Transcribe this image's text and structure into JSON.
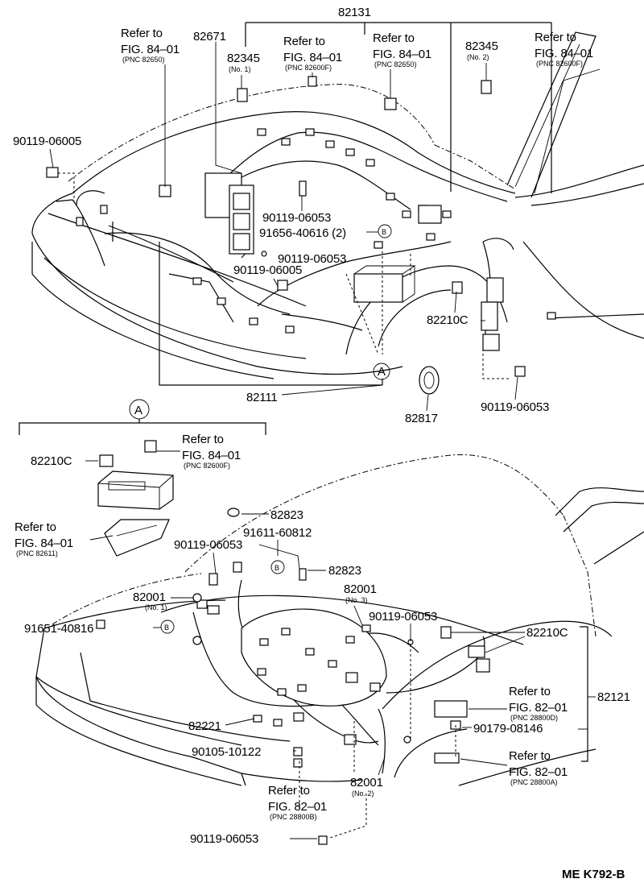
{
  "labels": {
    "p82131": "82131",
    "p82671": "82671",
    "p82345a": "82345",
    "p82345a_sub": "(No. 1)",
    "p82345b": "82345",
    "p82345b_sub": "(No. 2)",
    "ref1_a": "Refer to",
    "ref1_b": "FIG. 84–01",
    "ref1_c": "(PNC 82650)",
    "ref2_a": "Refer to",
    "ref2_b": "FIG. 84–01",
    "ref2_c": "(PNC 82600F)",
    "ref3_a": "Refer to",
    "ref3_b": "FIG. 84–01",
    "ref3_c": "(PNC 82650)",
    "ref4_a": "Refer to",
    "ref4_b": "FIG. 84–01",
    "ref4_c": "(PNC 82600F)",
    "p90119_06005_a": "90119-06005",
    "p90119_06053_a": "90119-06053",
    "p91656_40616": "91656-40616 (2)",
    "p90119_06053_b": "90119-06053",
    "p90119_06005_b": "90119-06005",
    "p82210c_a": "82210C",
    "p82111": "82111",
    "p82817": "82817",
    "p90119_06053_c": "90119-06053",
    "marker_a": "A",
    "marker_b": "B",
    "p82210c_b": "82210C",
    "ref5_a": "Refer to",
    "ref5_b": "FIG. 84–01",
    "ref5_c": "(PNC 82600F)",
    "ref6_a": "Refer to",
    "ref6_b": "FIG. 84–01",
    "ref6_c": "(PNC 82611)",
    "p82823_a": "82823",
    "p91611_60812": "91611-60812",
    "p90119_06053_d": "90119-06053",
    "p82823_b": "82823",
    "p82001_no1": "82001",
    "p82001_no1_sub": "(No. 1)",
    "p82001_no3": "82001",
    "p82001_no3_sub": "(No. 3)",
    "p91651_40816": "91651-40816",
    "p90119_06053_e": "90119-06053",
    "p82210c_c": "82210C",
    "p82121": "82121",
    "ref7_a": "Refer to",
    "ref7_b": "FIG. 82–01",
    "ref7_c": "(PNC 28800D)",
    "p90179_08146": "90179-08146",
    "ref8_a": "Refer to",
    "ref8_b": "FIG. 82–01",
    "ref8_c": "(PNC 28800A)",
    "p82221": "82221",
    "p90105_10122": "90105-10122",
    "ref9_a": "Refer to",
    "ref9_b": "FIG. 82–01",
    "ref9_c": "(PNC 28800B)",
    "p82001_no2": "82001",
    "p82001_no2_sub": "(No. 2)",
    "p90119_06053_f": "90119-06053",
    "figure_code": "ME K792-B"
  }
}
